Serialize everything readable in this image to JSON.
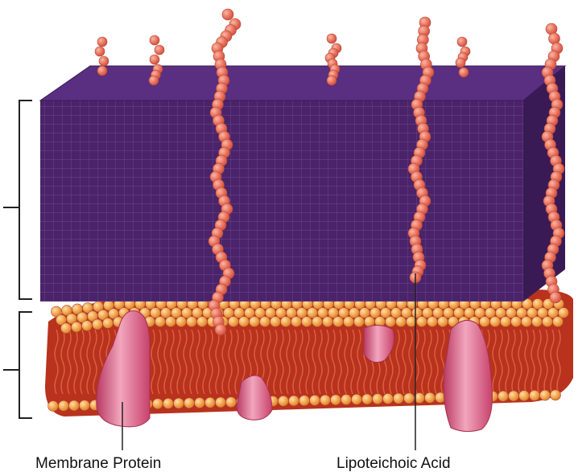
{
  "labels": {
    "membrane_protein": "Membrane Protein",
    "lipoteichoic_acid": "Lipoteichoic Acid"
  },
  "colors": {
    "peptidoglycan_front": "#4a2369",
    "peptidoglycan_top": "#5a2e80",
    "peptidoglycan_side": "#3a1a55",
    "grid_line": "#6d4a92",
    "acid_bead": "#e8705c",
    "acid_bead_highlight": "#f7a894",
    "lipid_head": "#f2a24a",
    "lipid_head_highlight": "#fbd08a",
    "lipid_tail": "#b8321d",
    "membrane_protein": "#d9537b",
    "membrane_protein_highlight": "#f6b8c9",
    "bracket_line": "#222222"
  },
  "components": {
    "cell_wall_layer": "peptidoglycan-block",
    "membrane_layer": "phospholipid-bilayer",
    "chains": "teichoic-acid-chains"
  }
}
